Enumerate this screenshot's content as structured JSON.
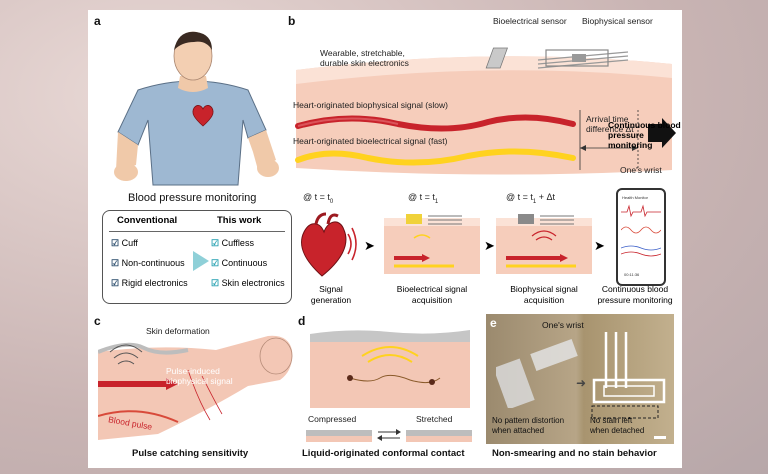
{
  "panel_a": {
    "label": "a",
    "caption": "Blood pressure monitoring",
    "conventional_title": "Conventional",
    "thiswork_title": "This work",
    "conventional_items": [
      "Cuff",
      "Non-continuous",
      "Rigid electronics"
    ],
    "thiswork_items": [
      "Cuffless",
      "Continuous",
      "Skin electronics"
    ]
  },
  "panel_b": {
    "label": "b",
    "bioelectrical_sensor": "Bioelectrical sensor",
    "biophysical_sensor": "Biophysical sensor",
    "skin_electronics_line1": "Wearable, stretchable,",
    "skin_electronics_line2": "durable skin electronics",
    "biophysical_signal": "Heart-originated biophysical signal (slow)",
    "bioelectrical_signal": "Heart-originated bioelectrical signal (fast)",
    "arrival_line1": "Arrival time",
    "arrival_line2": "difference Δt",
    "cbp_line1": "Continuous blood",
    "cbp_line2": "pressure monitoring",
    "wrist": "One's wrist",
    "time_t0": "@ t = t",
    "time_t0_sub": "0",
    "time_t1": "@ t = t",
    "time_t1_sub": "1",
    "time_t2": "@ t = t",
    "time_t2_sub": "1",
    "time_t2_suffix": "+ Δt",
    "steps": [
      {
        "line1": "Signal",
        "line2": "generation"
      },
      {
        "line1": "Bioelectrical signal",
        "line2": "acquisition"
      },
      {
        "line1": "Biophysical signal",
        "line2": "acquisition"
      },
      {
        "line1": "Continuous blood",
        "line2": "pressure monitoring"
      }
    ],
    "phone_title": "Health Monitor",
    "phone_time": "00:11:36"
  },
  "panel_c": {
    "label": "c",
    "skin_deformation": "Skin deformation",
    "pulse_line1": "Pulse-induced",
    "pulse_line2": "biophysical signal",
    "blood_pulse": "Blood pulse",
    "caption": "Pulse catching sensitivity"
  },
  "panel_d": {
    "label": "d",
    "compressed": "Compressed",
    "stretched": "Stretched",
    "caption": "Liquid-originated conformal contact"
  },
  "panel_e": {
    "label": "e",
    "wrist": "One's wrist",
    "left_line1": "No pattern distortion",
    "left_line2": "when attached",
    "right_line1": "No stain left",
    "right_line2": "when detached",
    "caption": "Non-smearing and no stain behavior"
  },
  "colors": {
    "skin": "#f3c7b5",
    "skin_dark": "#e7a994",
    "red_signal": "#c8232b",
    "yellow_signal": "#ffd21f",
    "teal_check": "#2aa3b3"
  }
}
